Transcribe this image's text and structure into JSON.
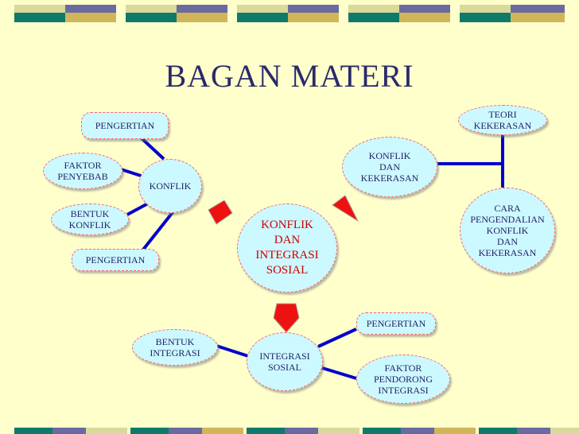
{
  "title": "BAGAN MATERI",
  "colors": {
    "background": "#ffffcc",
    "node_fill": "#ccf8ff",
    "node_border": "#ff6666",
    "connector": "#0000cc",
    "arrow": "#ee1111"
  },
  "center": {
    "label": "KONFLIK\nDAN\nINTEGRASI\nSOSIAL"
  },
  "konflik": {
    "label": "KONFLIK",
    "pengertian_top": "PENGERTIAN",
    "faktor_penyebab": "FAKTOR\nPENYEBAB",
    "bentuk_konflik": "BENTUK\nKONFLIK",
    "pengertian_bottom": "PENGERTIAN"
  },
  "kekerasan": {
    "label": "KONFLIK\nDAN\nKEKERASAN",
    "teori": "TEORI\nKEKERASAN",
    "cara": "CARA\nPENGENDALIAN\nKONFLIK\nDAN\nKEKERASAN"
  },
  "integrasi": {
    "label": "INTEGRASI\nSOSIAL",
    "bentuk": "BENTUK\nINTEGRASI",
    "pengertian": "PENGERTIAN",
    "faktor": "FAKTOR\nPENDORONG\nINTEGRASI"
  }
}
